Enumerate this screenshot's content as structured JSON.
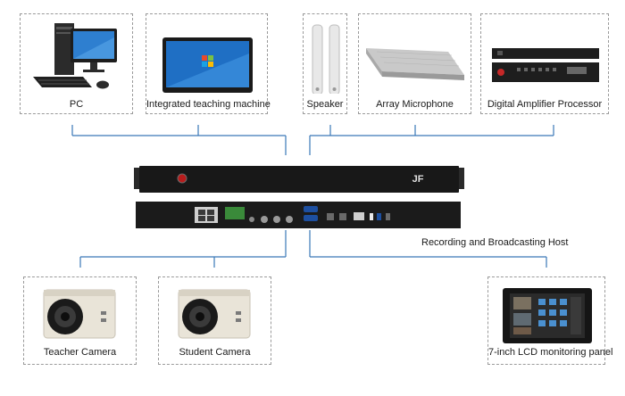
{
  "top_devices": [
    {
      "label": "PC",
      "icon": "desktop-pc-icon"
    },
    {
      "label": "Integrated teaching machine",
      "icon": "touch-monitor-icon"
    },
    {
      "label": "Speaker",
      "icon": "column-speaker-icon"
    },
    {
      "label": "Array Microphone",
      "icon": "array-microphone-icon"
    },
    {
      "label": "Digital Amplifier Processor",
      "icon": "rack-amplifier-icon"
    }
  ],
  "host": {
    "label": "Recording and Broadcasting Host",
    "logo": "JF"
  },
  "bottom_devices": [
    {
      "label": "Teacher Camera",
      "icon": "camera-icon"
    },
    {
      "label": "Student Camera",
      "icon": "camera-icon"
    },
    {
      "label": "7-inch LCD monitoring panel",
      "icon": "lcd-panel-icon"
    }
  ],
  "colors": {
    "connector": "#3a78b8",
    "border": "#9a9a9a"
  }
}
